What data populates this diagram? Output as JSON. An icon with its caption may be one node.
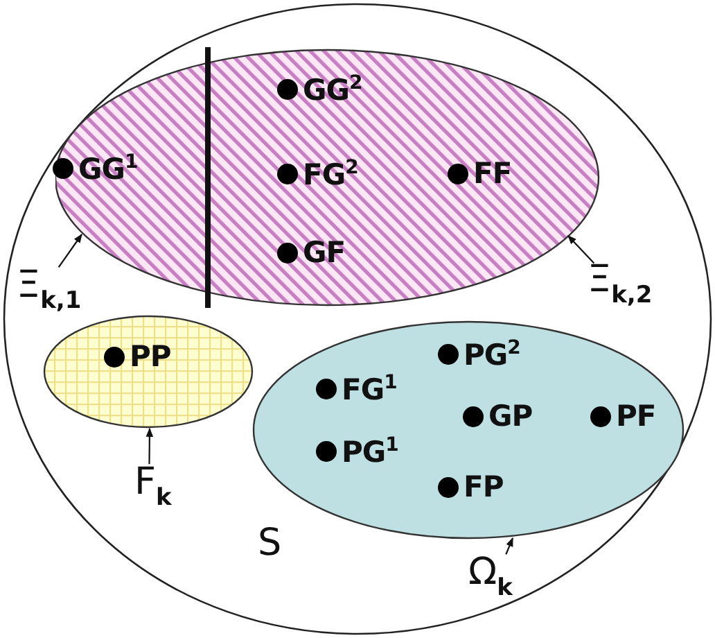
{
  "diagram": {
    "nodes": [
      {
        "text": [
          "S"
        ]
      },
      {
        "text": [
          "GG$^{1}$"
        ],
        "in": 0
      },
      {
        "text": [
          "GG$^{2}$",
          "FG$^{2}$",
          "FF",
          "GF"
        ],
        "in": 0
      },
      {
        "text": [
          "PP"
        ],
        "in": 0
      },
      {
        "text": [
          "PG$^{2}$",
          "FG$^{1}$",
          "GP",
          "PF",
          "PG$^{1}$",
          "FP"
        ],
        "in": 0
      },
      {
        "text": [
          "Ξ$_{k,1}$"
        ],
        "in": 0
      },
      {
        "text": [
          "Ξ$_{k,2}$"
        ],
        "in": 0
      },
      {
        "text": [
          "F$_{k}$"
        ],
        "in": 0
      },
      {
        "text": [
          "Ω$_{k}$"
        ],
        "in": 0
      }
    ],
    "edges": [
      {
        "from": 5,
        "to": 1,
        "arrow": "to"
      },
      {
        "from": 6,
        "to": 2,
        "arrow": "to"
      },
      {
        "from": 7,
        "to": 3,
        "arrow": "to"
      },
      {
        "from": 8,
        "to": 4,
        "arrow": "to"
      }
    ]
  }
}
